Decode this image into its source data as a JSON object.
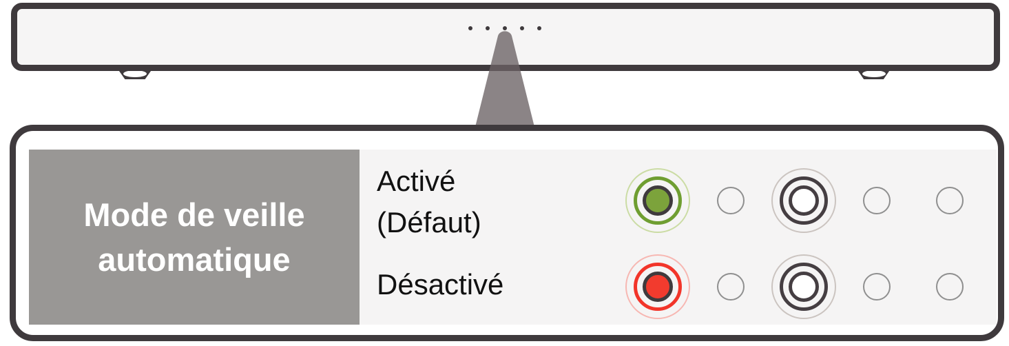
{
  "figure": {
    "device": {
      "type": "soundbar",
      "display_dots": 5
    },
    "callout": {
      "label_lines": [
        "Mode de veille",
        "automatique"
      ],
      "rows": [
        {
          "state_lines": [
            "Activé",
            "(Défaut)"
          ],
          "leds": [
            "green-on",
            "off",
            "white-on",
            "off",
            "off"
          ]
        },
        {
          "state_lines": [
            "Désactivé"
          ],
          "leds": [
            "red-on",
            "off",
            "white-on",
            "off",
            "off"
          ]
        }
      ]
    },
    "colors": {
      "outline": "#3f3a3d",
      "device_fill": "#f6f5f5",
      "panel_fill": "#ffffff",
      "content_bg": "#f5f4f4",
      "label_bg": "#999795",
      "label_text": "#ffffff",
      "state_text": "#111111",
      "pointer": "#6a6264",
      "led_types": {
        "green-on": {
          "core": "#7ca33b",
          "core_border": "#3f3a3d",
          "ring": "#6f9e31",
          "glow": "#cbdca4"
        },
        "red-on": {
          "core": "#f23b2e",
          "core_border": "#3f3a3d",
          "ring": "#f2352a",
          "glow": "#f7b7b2"
        },
        "white-on": {
          "core": "#ffffff",
          "core_border": "#453e42",
          "ring": "#453e42",
          "glow": "#cbc4c0"
        },
        "off": {
          "ring": "#8f8f8f"
        }
      }
    }
  }
}
